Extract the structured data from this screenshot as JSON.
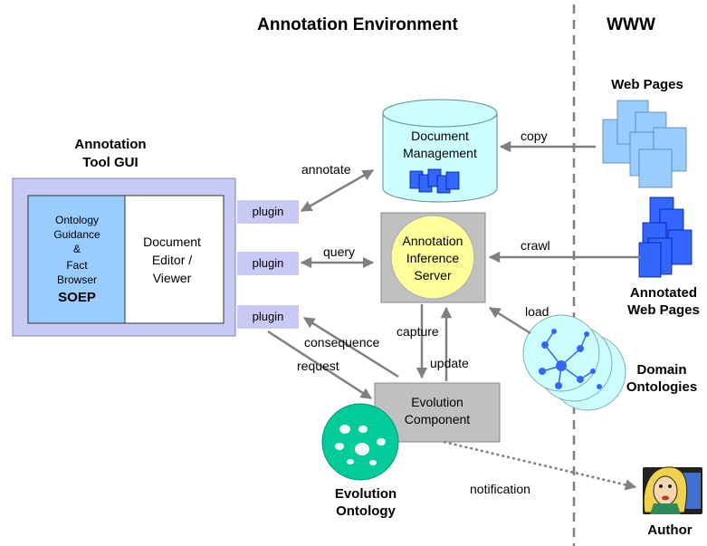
{
  "headings": {
    "annotation_environment": "Annotation Environment",
    "www": "WWW"
  },
  "tool_gui": {
    "title_line1": "Annotation",
    "title_line2": "Tool GUI",
    "ontology_panel": [
      "Ontology",
      "Guidance",
      "&",
      "Fact",
      "Browser"
    ],
    "soep": "SOEP",
    "editor_panel": [
      "Document",
      "Editor /",
      "Viewer"
    ]
  },
  "plugins": [
    "plugin",
    "plugin",
    "plugin"
  ],
  "doc_management": [
    "Document",
    "Management"
  ],
  "inference_server": [
    "Annotation",
    "Inference",
    "Server"
  ],
  "evolution_component": [
    "Evolution",
    "Component"
  ],
  "evolution_ontology": [
    "Evolution",
    "Ontology"
  ],
  "web": {
    "web_pages": "Web Pages",
    "annotated_line1": "Annotated",
    "annotated_line2": "Web Pages",
    "domain_line1": "Domain",
    "domain_line2": "Ontologies",
    "author": "Author"
  },
  "edges": {
    "annotate": "annotate",
    "query": "query",
    "copy": "copy",
    "crawl": "crawl",
    "load": "load",
    "capture": "capture",
    "update": "update",
    "consequence": "consequence",
    "request": "request",
    "notification": "notification"
  },
  "colors": {
    "gui_frame": "#c9c9f5",
    "ontology_panel": "#99ccff",
    "plugin_fill": "#c9c9f5",
    "cylinder": "#ccffff",
    "server_box": "#c0c0c0",
    "server_circle": "#ffff99",
    "evolution_ontology": "#00cc99",
    "domain_ontology": "#ccffff",
    "web_page": "#99ccff",
    "annotated_page": "#3366ff",
    "arrow": "#808080"
  }
}
